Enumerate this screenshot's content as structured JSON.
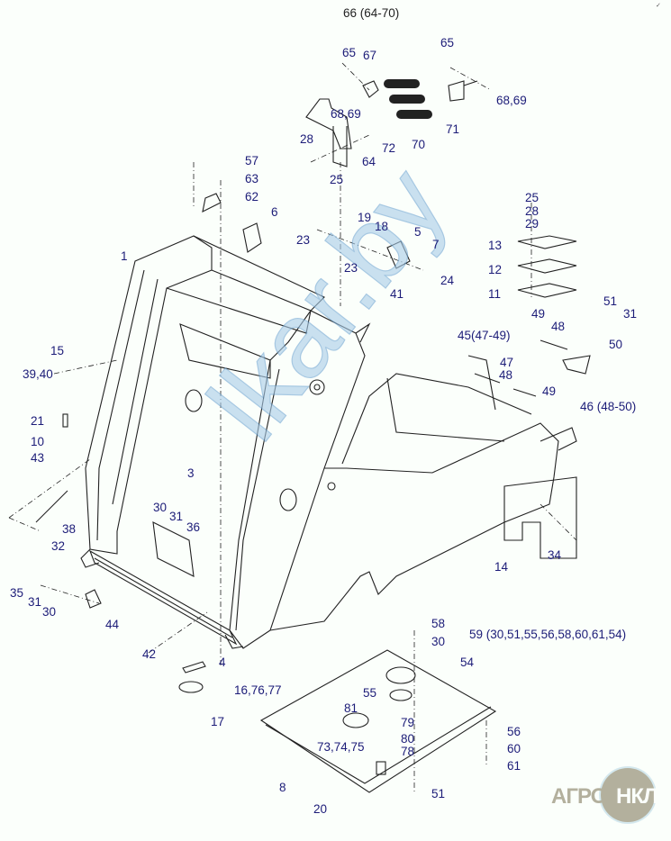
{
  "title": "66 (64-70)",
  "watermark": "lkar.by",
  "logo": {
    "left": "АГРО",
    "right": "НКЛ"
  },
  "corner_mark": "✓",
  "colors": {
    "label": "#1c1c78",
    "line": "#222222",
    "background": "#fbfffb",
    "logo": "#b3b09d"
  },
  "callouts": [
    "65",
    "67",
    "65",
    "68,69",
    "72",
    "70",
    "71",
    "68,69",
    "28",
    "64",
    "25",
    "57",
    "63",
    "62",
    "6",
    "1",
    "19",
    "18",
    "23",
    "5",
    "7",
    "23",
    "24",
    "41",
    "25",
    "28",
    "29",
    "13",
    "12",
    "11",
    "51",
    "31",
    "49",
    "48",
    "45(47-49)",
    "50",
    "47",
    "48",
    "49",
    "46 (48-50)",
    "15",
    "39,40",
    "21",
    "10",
    "43",
    "3",
    "30",
    "31",
    "36",
    "38",
    "32",
    "14",
    "34",
    "35",
    "31",
    "30",
    "44",
    "42",
    "58",
    "30",
    "59 (30,51,55,56,58,60,61,54)",
    "4",
    "54",
    "16,76,77",
    "55",
    "17",
    "81",
    "79",
    "80",
    "73,74,75",
    "78",
    "56",
    "60",
    "61",
    "8",
    "51",
    "20"
  ]
}
